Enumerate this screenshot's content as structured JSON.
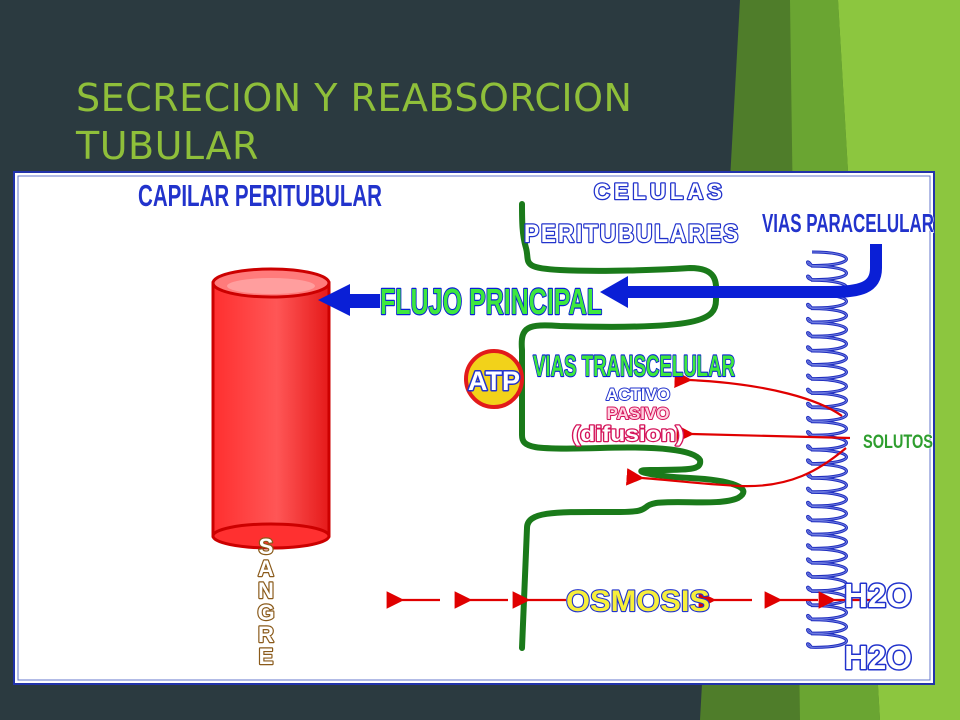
{
  "slide": {
    "title": "SECRECION Y REABSORCION TUBULAR"
  },
  "diagram": {
    "capillary_label": "CAPILAR PERITUBULAR",
    "cells_label_1": "CELULAS",
    "cells_label_2": "PERITUBULARES",
    "paracellular_label": "VIAS PARACELULAR",
    "main_flow_label": "FLUJO PRINCIPAL",
    "atp_label": "ATP",
    "transcellular_label": "VIAS TRANSCELULAR",
    "active_label": "ACTIVO",
    "passive_label": "PASIVO",
    "diffusion_label": "(difusion)",
    "solutes_label": "SOLUTOS",
    "osmosis_label": "OSMOSIS",
    "water_label_1": "H2O",
    "water_label_2": "H2O",
    "blood_letters": [
      "S",
      "A",
      "N",
      "G",
      "R",
      "E"
    ]
  },
  "colors": {
    "background": "#2b3a40",
    "title": "#8fbf3a",
    "accent_green": "#76b82a",
    "cell_wall": "#1a7a1a",
    "flow_arrow": "#0a1fd6",
    "capillary": "#ff2a2a",
    "solute_arrows": "#e00000",
    "coil": "#1f2dbf"
  }
}
